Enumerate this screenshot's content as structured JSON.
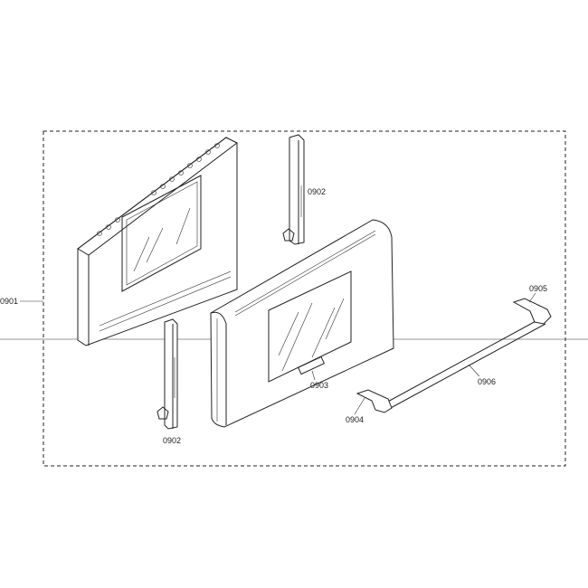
{
  "diagram": {
    "type": "exploded parts diagram",
    "colors": {
      "line": "#222222",
      "background": "#ffffff",
      "divider": "#999999"
    },
    "parts": [
      {
        "id": "frame",
        "label": "0901"
      },
      {
        "id": "hinge-top",
        "label": "0902"
      },
      {
        "id": "hinge-bottom",
        "label": "0902"
      },
      {
        "id": "outer-door",
        "label": "0903"
      },
      {
        "id": "handle-end-left",
        "label": "0904"
      },
      {
        "id": "handle-end-right",
        "label": "0905"
      },
      {
        "id": "handle-bar",
        "label": "0906"
      }
    ]
  }
}
